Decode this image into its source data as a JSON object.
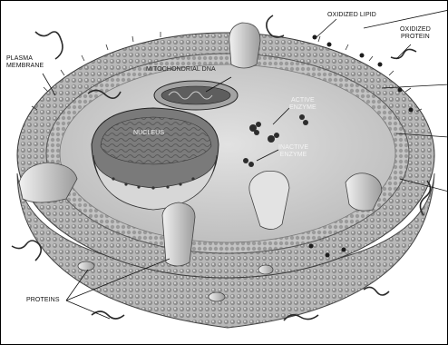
{
  "labels": {
    "oxidized_lipid": "OXIDIZED LIPID",
    "oxidized_protein": "OXIDIZED\nPROTEIN",
    "plasma_membrane": "PLASMA\nMEMBRANE",
    "mitochondrial_dna": "MITOCHONDRIAL DNA",
    "active_enzyme": "ACTIVE\nENZYME",
    "nucleus": "NUCLEUS",
    "inactive_enzyme": "INACTIVE\nENZYME",
    "proteins": "PROTEINS"
  },
  "colors": {
    "membrane": "#a9a9a9",
    "membrane_dark": "#6f6f6f",
    "cytoplasm": "#cdcdcd",
    "nucleus": "#8a8a8a",
    "protein": "#e6e6e6",
    "line": "#1a1a1a"
  }
}
